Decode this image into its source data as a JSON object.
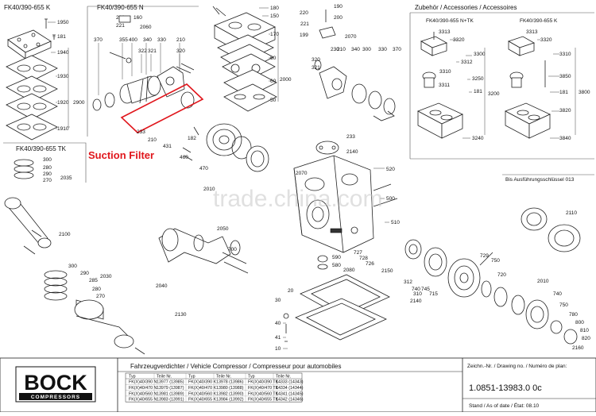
{
  "headers": {
    "top_left": "FK40/390-655 K",
    "top_mid": "FK40/390-655 N",
    "mid_left": "FK40/390-655 TK",
    "accessories": "Zubehör / Accessories / Accessoires",
    "acc_left": "FK40/390-655 N+TK",
    "acc_right": "FK40/390-655 K",
    "note": "Bis Ausführungsschlüssel 013"
  },
  "callout": "Suction Filter",
  "watermark": "trade.china.com",
  "labels": {
    "l1950": "1950",
    "l181": "181",
    "l1940": "1940",
    "l1930": "1930",
    "l1920": "1920",
    "l2900": "2900",
    "l1910": "1910",
    "l300a": "300",
    "l280": "280",
    "l290": "290",
    "l270": "270",
    "l2035": "2035",
    "l2100": "2100",
    "l220": "220",
    "l221": "221",
    "l160": "160",
    "l370": "370",
    "l355": "355",
    "l400": "400",
    "l340": "340",
    "l330": "330",
    "l2060": "2060",
    "l322": "322",
    "l321": "321",
    "l320": "320",
    "l210": "210",
    "l233": "233",
    "l180": "180",
    "l150": "150",
    "l170": "170",
    "l60": "60",
    "l50": "50",
    "l2000": "2000",
    "l182": "182",
    "l431": "431",
    "l460": "460",
    "l470": "470",
    "l2050": "2050",
    "l700": "700",
    "l2010": "2010",
    "l2030": "2030",
    "l2040": "2040",
    "l2130": "2130",
    "l300b": "300",
    "l290b": "290",
    "l285": "285",
    "l280b": "280",
    "l270b": "270",
    "l2070": "2070",
    "l190": "190",
    "l199": "199",
    "l200": "200",
    "l230": "230",
    "l2140": "2140",
    "l233b": "233",
    "l520": "520",
    "l500": "500",
    "l510": "510",
    "l590": "590",
    "l580": "580",
    "l727": "727",
    "l728": "728",
    "l726": "726",
    "l2080": "2080",
    "l2150": "2150",
    "l312": "312",
    "l740": "740",
    "l745": "745",
    "l310": "310",
    "l715": "715",
    "l729": "729",
    "l750": "750",
    "l720": "720",
    "l20": "20",
    "l30": "30",
    "l40": "40",
    "l41": "41",
    "l10": "10",
    "l3313a": "3313",
    "l3320": "3320",
    "l3300": "3300",
    "l3312": "3312",
    "l3311": "3311",
    "l3250": "3250",
    "l181b": "181",
    "l3200": "3200",
    "l3240": "3240",
    "l3313b": "3313",
    "l3320b": "3320",
    "l3310": "3310",
    "l3850": "3850",
    "l181c": "181",
    "l3800": "3800",
    "l3820": "3820",
    "l3840": "3840",
    "l2110": "2110",
    "l740b": "740",
    "l780": "780",
    "l800": "800",
    "l810": "810",
    "l820": "820",
    "l2160": "2160"
  },
  "title_block": {
    "brand": "BOCK",
    "brand_sub": "COMPRESSORS",
    "description": "Fahrzeugverdichter / Vehicle Compressor / Compresseur pour automobiles",
    "col_typ": "Typ",
    "col_teile": "Teile Nr.",
    "rows": [
      [
        "FK(X)40/390 N",
        "13977 (13985)",
        "FK(X)40/390 K",
        "13978 (13986)",
        "FK(X)40/390 TK",
        "14333 (14343)"
      ],
      [
        "FK(X)40/470 N",
        "13979 (13987)",
        "FK(X)40/470 K",
        "13980 (13988)",
        "FK(X)40/470 TK",
        "14334 (14344)"
      ],
      [
        "FK(X)40/560 N",
        "13981 (13989)",
        "FK(X)40/560 K",
        "13982 (13990)",
        "FK(X)40/560 TK",
        "14341 (14345)"
      ],
      [
        "FK(X)40/655 N",
        "13983 (13991)",
        "FK(X)40/655 K",
        "13984 (13992)",
        "FK(X)40/655 TK",
        "14342 (14346)"
      ]
    ],
    "drawing_label": "Zeichn.-Nr. / Drawing no. / Numéro de plan:",
    "drawing_no": "1.0851-13983.0 0c",
    "stand": "Stand / As of date / État: 08.10"
  }
}
